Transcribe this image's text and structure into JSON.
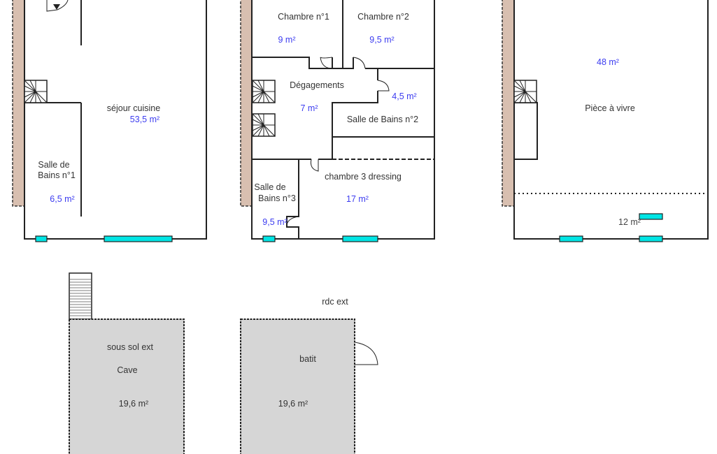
{
  "plan_first": {
    "rooms": [
      {
        "name": "séjour cuisine",
        "area": "53,5  m²"
      },
      {
        "name_line1": "Salle de",
        "name_line2": "Bains n°1",
        "area": "6,5  m²"
      }
    ]
  },
  "plan_second": {
    "rooms": [
      {
        "name": "Chambre n°1",
        "area": "9  m²"
      },
      {
        "name": "Chambre n°2",
        "area": "9,5  m²"
      },
      {
        "name": "Dégagements",
        "area": "7  m²"
      },
      {
        "name": "Salle de Bains n°2",
        "area": "4,5  m²"
      },
      {
        "name": "chambre 3  dressing",
        "area": "17  m²"
      },
      {
        "name_line1": "Salle de",
        "name_line2": "Bains n°3",
        "area": "9,5  m²"
      }
    ]
  },
  "plan_third": {
    "rooms": [
      {
        "name": "Pièce à vivre",
        "area": "48  m²"
      },
      {
        "area": "12  m²"
      }
    ]
  },
  "exterior": {
    "cave": {
      "title": "sous sol ext",
      "name": "Cave",
      "area": "19,6  m²"
    },
    "rdc_label": "rdc ext",
    "batit": {
      "name": "batit",
      "area": "19,6  m²"
    }
  },
  "colors": {
    "window": "#00e5e5",
    "area_text": "#3c3cf0",
    "wall_strip": "#d8bfb0",
    "exterior_fill": "#d6d6d6"
  }
}
